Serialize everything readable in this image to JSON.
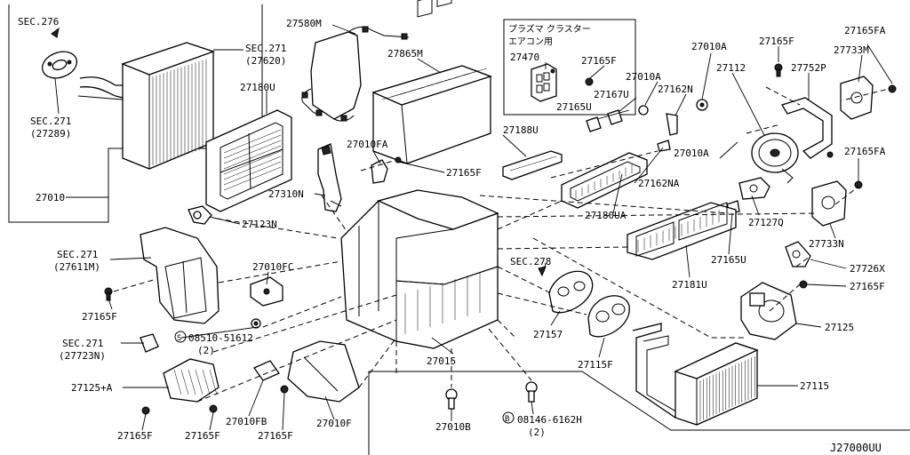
{
  "diagram": {
    "id_code": "J27000UU",
    "japanese_note": {
      "line1": "プラズマ クラスター",
      "line2": "エアコン用"
    },
    "labels": [
      {
        "key": "sec276",
        "text": "SEC.276"
      },
      {
        "key": "sec271a",
        "text": "SEC.271"
      },
      {
        "key": "p27620",
        "text": "(27620)"
      },
      {
        "key": "sec271b",
        "text": "SEC.271"
      },
      {
        "key": "p27289",
        "text": "(27289)"
      },
      {
        "key": "p27180U",
        "text": "27180U"
      },
      {
        "key": "p27010",
        "text": "27010"
      },
      {
        "key": "p27580M",
        "text": "27580M"
      },
      {
        "key": "p27865M",
        "text": "27865M"
      },
      {
        "key": "p27470",
        "text": "27470"
      },
      {
        "key": "p27165F_a",
        "text": "27165F"
      },
      {
        "key": "p27010A_a",
        "text": "27010A"
      },
      {
        "key": "p27167U",
        "text": "27167U"
      },
      {
        "key": "p27165U_a",
        "text": "27165U"
      },
      {
        "key": "p27162N",
        "text": "27162N"
      },
      {
        "key": "p27010A_b",
        "text": "27010A"
      },
      {
        "key": "p27112",
        "text": "27112"
      },
      {
        "key": "p27165F_b",
        "text": "27165F"
      },
      {
        "key": "p27752P",
        "text": "27752P"
      },
      {
        "key": "p27165FA_a",
        "text": "27165FA"
      },
      {
        "key": "p27733M",
        "text": "27733M"
      },
      {
        "key": "p27188U",
        "text": "27188U"
      },
      {
        "key": "p27010FA",
        "text": "27010FA"
      },
      {
        "key": "p27165F_c",
        "text": "27165F"
      },
      {
        "key": "p27010A_c",
        "text": "27010A"
      },
      {
        "key": "p27165FA_b",
        "text": "27165FA"
      },
      {
        "key": "p27162NA",
        "text": "27162NA"
      },
      {
        "key": "p27310N",
        "text": "27310N"
      },
      {
        "key": "p27180UA",
        "text": "27180UA"
      },
      {
        "key": "p27127Q",
        "text": "27127Q"
      },
      {
        "key": "p27123N",
        "text": "27123N"
      },
      {
        "key": "p27733N",
        "text": "27733N"
      },
      {
        "key": "sec271c",
        "text": "SEC.271"
      },
      {
        "key": "p27611M",
        "text": "(27611M)"
      },
      {
        "key": "sec278",
        "text": "SEC.278"
      },
      {
        "key": "p27165U_b",
        "text": "27165U"
      },
      {
        "key": "p27726X",
        "text": "27726X"
      },
      {
        "key": "p27010FC",
        "text": "27010FC"
      },
      {
        "key": "p27181U",
        "text": "27181U"
      },
      {
        "key": "p27165F_d",
        "text": "27165F"
      },
      {
        "key": "p27165F_e",
        "text": "27165F"
      },
      {
        "key": "bolt08510",
        "text": "08510-51612"
      },
      {
        "key": "qty2a",
        "text": "(2)"
      },
      {
        "key": "p27157",
        "text": "27157"
      },
      {
        "key": "p27125",
        "text": "27125"
      },
      {
        "key": "sec271d",
        "text": "SEC.271"
      },
      {
        "key": "p27723N",
        "text": "(27723N)"
      },
      {
        "key": "p27015",
        "text": "27015"
      },
      {
        "key": "p27115F",
        "text": "27115F"
      },
      {
        "key": "p27125A",
        "text": "27125+A"
      },
      {
        "key": "p27115",
        "text": "27115"
      },
      {
        "key": "p27010B",
        "text": "27010B"
      },
      {
        "key": "bolt08146",
        "text": "08146-6162H"
      },
      {
        "key": "qty2b",
        "text": "(2)"
      },
      {
        "key": "p27165F_f",
        "text": "27165F"
      },
      {
        "key": "p27165F_g",
        "text": "27165F"
      },
      {
        "key": "p27010FB",
        "text": "27010FB"
      },
      {
        "key": "p27165F_h",
        "text": "27165F"
      },
      {
        "key": "p27010F",
        "text": "27010F"
      }
    ]
  }
}
